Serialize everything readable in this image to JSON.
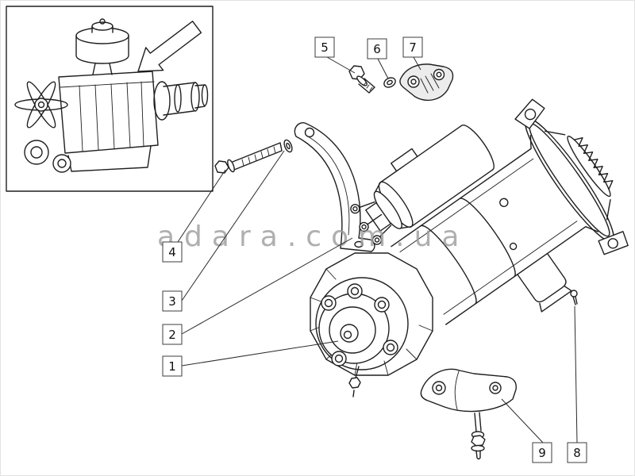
{
  "diagram": {
    "watermark": "adara.com.ua"
  },
  "colors": {
    "background": "#ffffff",
    "line": "#1f1f1f",
    "watermark": "#9c9c9c"
  },
  "callouts": [
    {
      "label": "1"
    },
    {
      "label": "2"
    },
    {
      "label": "3"
    },
    {
      "label": "4"
    },
    {
      "label": "5"
    },
    {
      "label": "6"
    },
    {
      "label": "7"
    },
    {
      "label": "8"
    },
    {
      "label": "9"
    }
  ]
}
